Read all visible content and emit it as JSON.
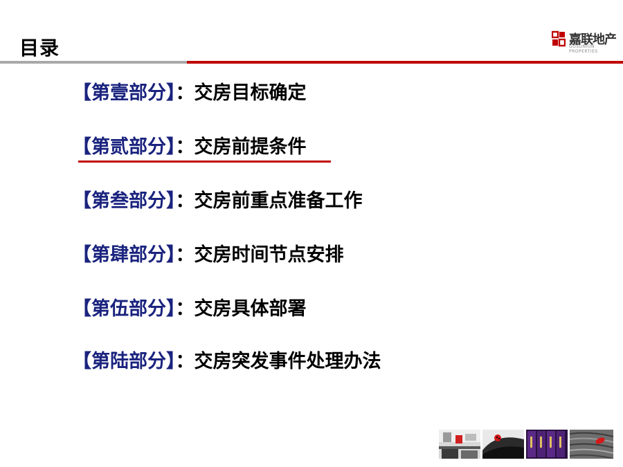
{
  "header": {
    "title": "目录",
    "logo": {
      "name_cn": "嘉联地产",
      "name_en": "GOSUNION PROPERTIES",
      "brand_color": "#c00000"
    },
    "rule_colors": {
      "left": "#a9a9a9",
      "right": "#c00000"
    }
  },
  "toc": {
    "part_color": "#1a237e",
    "highlight_color": "#c00000",
    "items": [
      {
        "part": "【第壹部分】",
        "sep": "：",
        "topic": "交房目标确定",
        "highlighted": false
      },
      {
        "part": "【第贰部分】",
        "sep": "：",
        "topic": "交房前提条件",
        "highlighted": true
      },
      {
        "part": "【第叁部分】",
        "sep": "：",
        "topic": "交房前重点准备工作",
        "highlighted": false
      },
      {
        "part": "【第肆部分】",
        "sep": "：",
        "topic": "交房时间节点安排",
        "highlighted": false
      },
      {
        "part": "【第伍部分】",
        "sep": "：",
        "topic": "交房具体部署",
        "highlighted": false
      },
      {
        "part": "【第陆部分】",
        "sep": "：",
        "topic": "交房突发事件处理办法",
        "highlighted": false
      }
    ]
  },
  "footer": {
    "thumbnails": [
      "office-desk-photo",
      "red-ladybug-photo",
      "purple-books-photo",
      "wood-grain-red-leaf-photo"
    ]
  }
}
